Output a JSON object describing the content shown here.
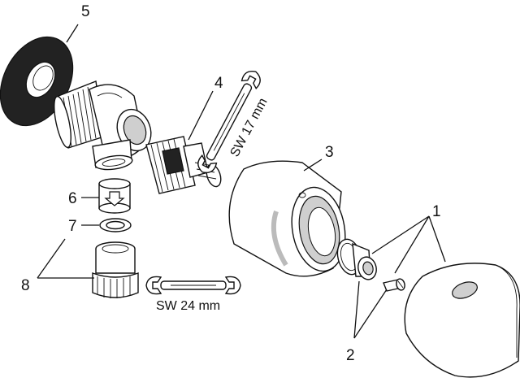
{
  "diagram": {
    "callouts": [
      {
        "id": "1",
        "text": "1"
      },
      {
        "id": "2",
        "text": "2"
      },
      {
        "id": "3",
        "text": "3"
      },
      {
        "id": "4",
        "text": "4"
      },
      {
        "id": "5",
        "text": "5"
      },
      {
        "id": "6",
        "text": "6"
      },
      {
        "id": "7",
        "text": "7"
      },
      {
        "id": "8",
        "text": "8"
      }
    ],
    "wrench_labels": {
      "sw17": "SW 17 mm",
      "sw24": "SW 24 mm"
    },
    "parts": [
      "escutcheon-rosette",
      "angle-valve-body",
      "valve-cartridge",
      "valve-cap-sleeve",
      "handle-knob",
      "spindle-adapter",
      "screw",
      "check-valve-insert",
      "sealing-washer",
      "threaded-connector"
    ]
  }
}
